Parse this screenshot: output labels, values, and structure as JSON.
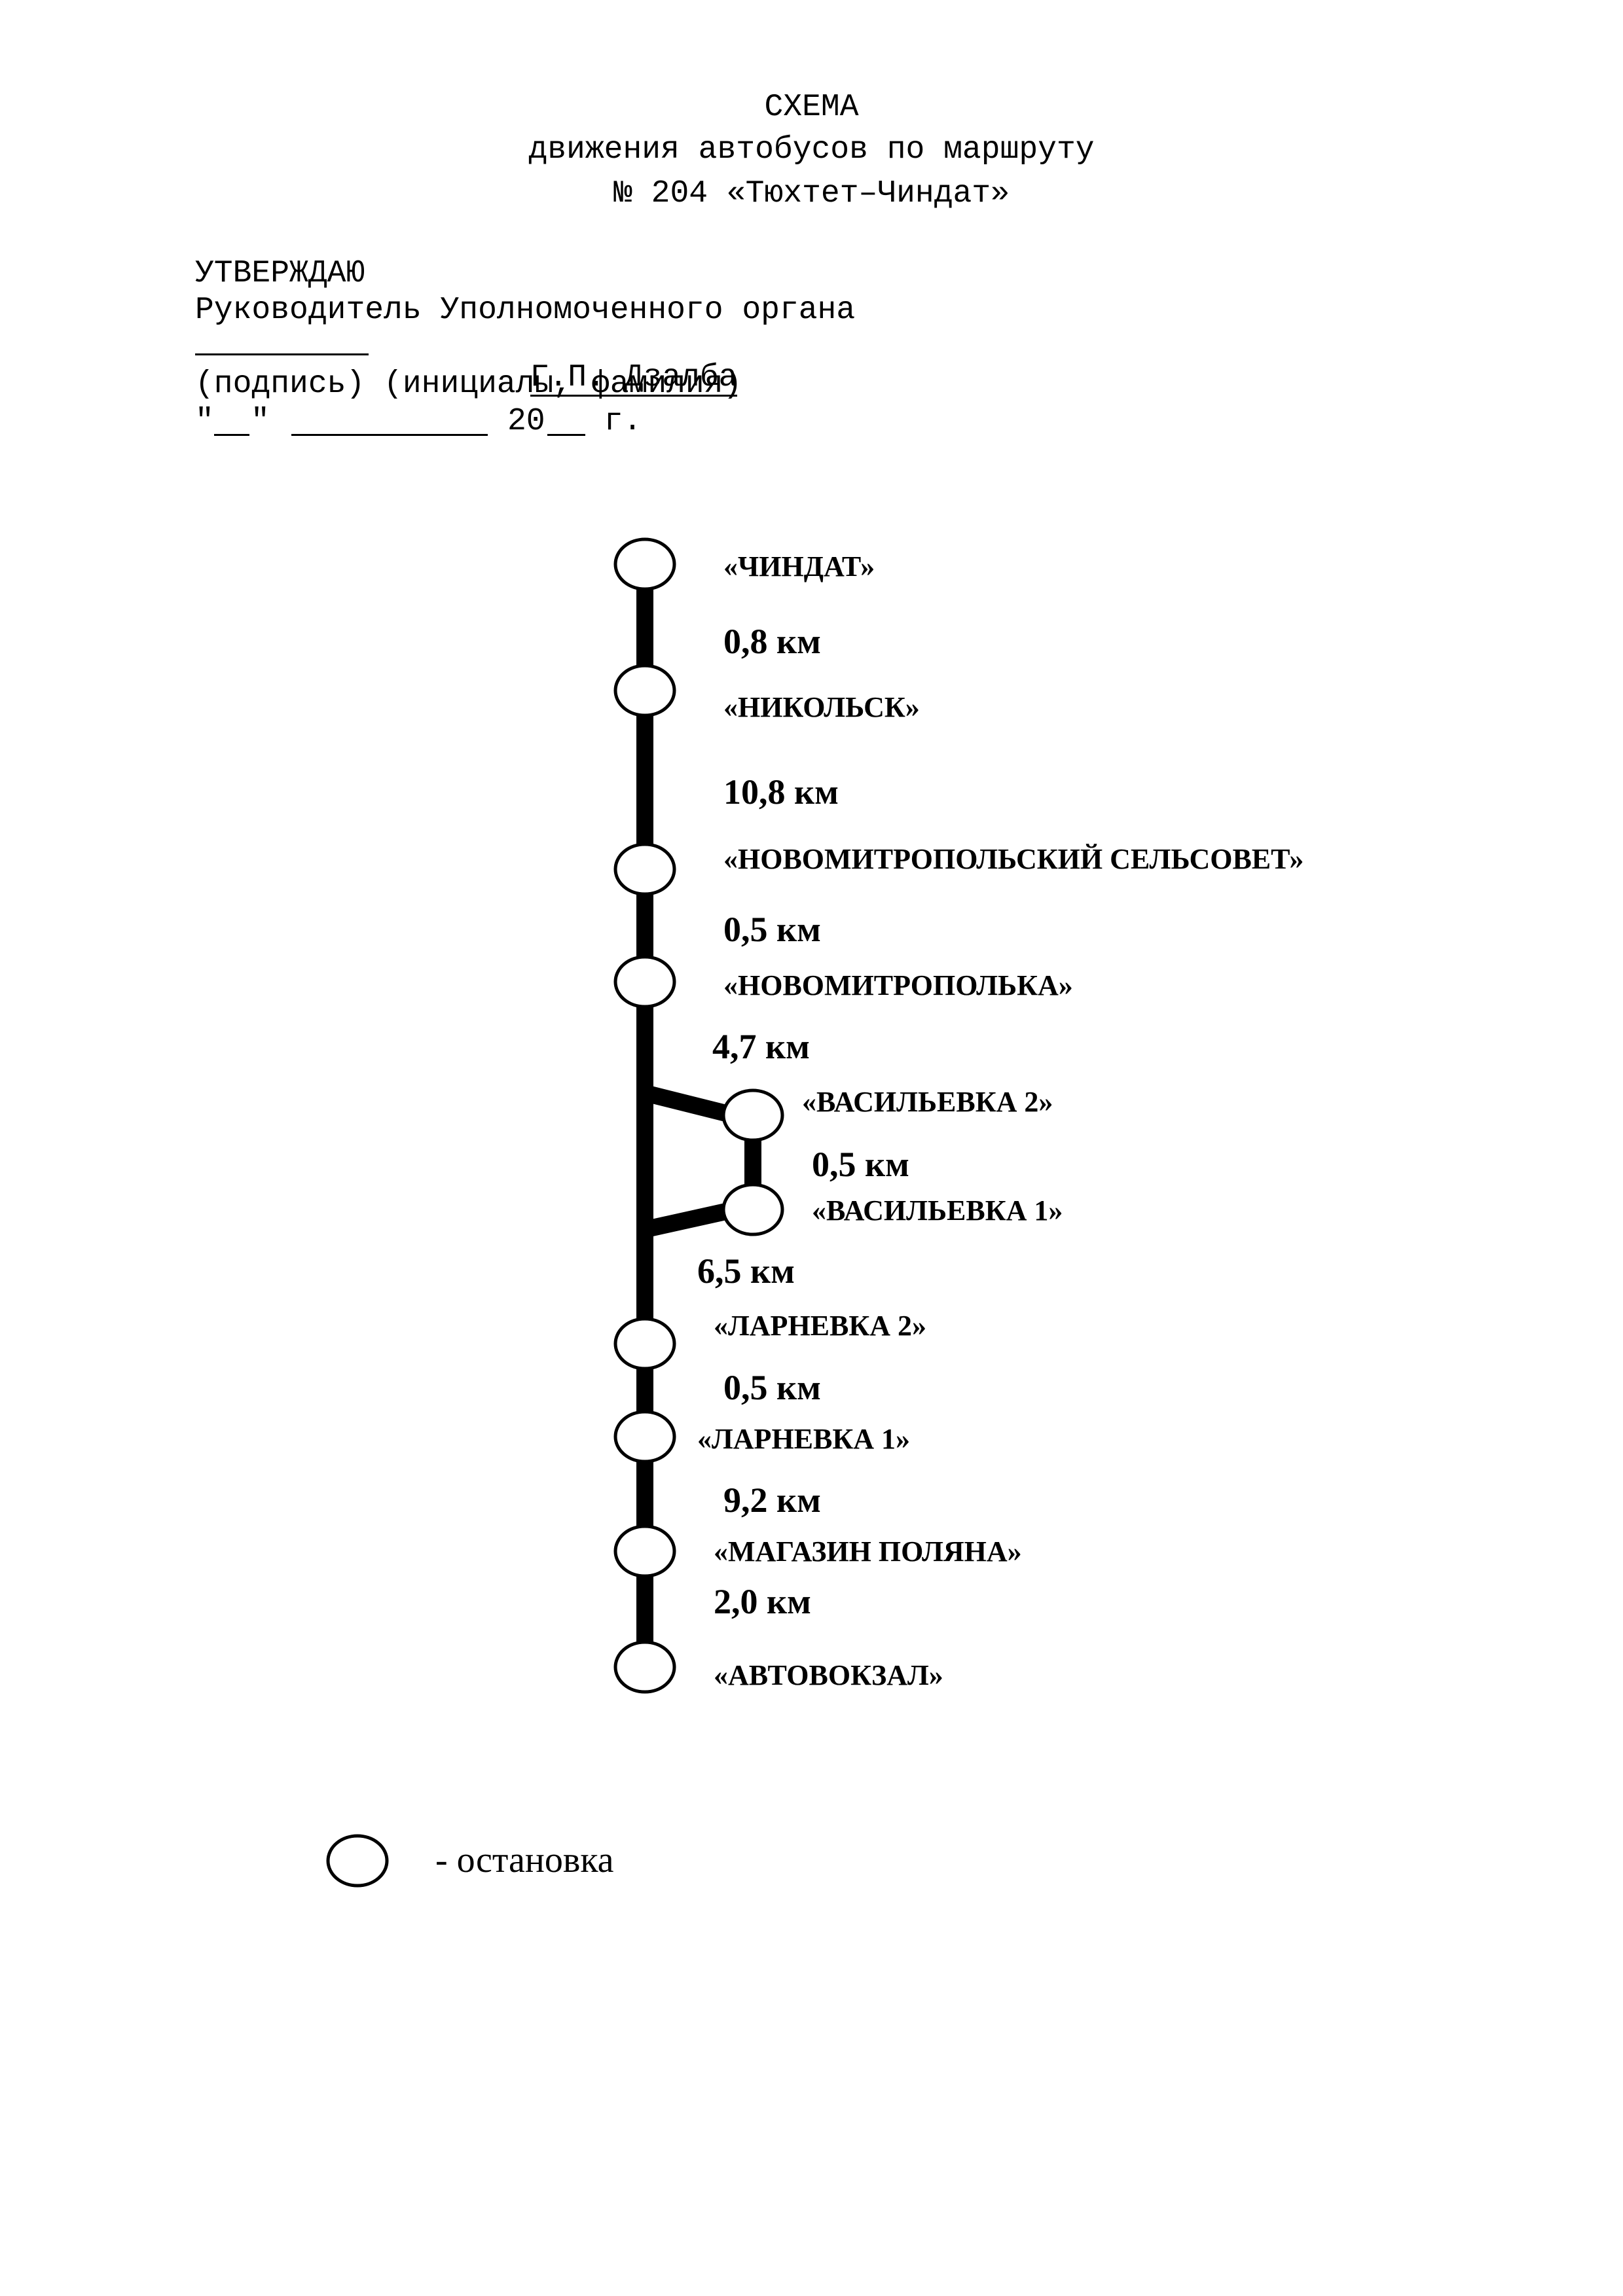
{
  "title": {
    "line1": "СХЕМА",
    "line2": "движения автобусов по маршруту",
    "line3": "№ 204 «Тюхтет–Чиндат»"
  },
  "approval": {
    "heading": "УТВЕРЖДАЮ",
    "position": "Руководитель Уполномоченного органа",
    "signer_name": "Г.П. Дзалба",
    "captions": "(подпись) (инициалы, фамилия)",
    "date_open": "\"",
    "date_close": "\"",
    "year_text": "20",
    "year_suffix": " г."
  },
  "route": {
    "stops": [
      {
        "name": "«ЧИНДАТ»"
      },
      {
        "name": "«НИКОЛЬСК»"
      },
      {
        "name": "«НОВОМИТРОПОЛЬСКИЙ СЕЛЬСОВЕТ»"
      },
      {
        "name": "«НОВОМИТРОПОЛЬКА»"
      },
      {
        "name": "«ВАСИЛЬЕВКА 2»"
      },
      {
        "name": "«ВАСИЛЬЕВКА 1»"
      },
      {
        "name": "«ЛАРНЕВКА 2»"
      },
      {
        "name": "«ЛАРНЕВКА 1»"
      },
      {
        "name": "«МАГАЗИН ПОЛЯНА»"
      },
      {
        "name": "«АВТОВОКЗАЛ»"
      }
    ],
    "segments": [
      {
        "from": "«ЧИНДАТ»",
        "to": "«НИКОЛЬСК»",
        "distance": "0,8 км"
      },
      {
        "from": "«НИКОЛЬСК»",
        "to": "«НОВОМИТРОПОЛЬСКИЙ СЕЛЬСОВЕТ»",
        "distance": "10,8 км"
      },
      {
        "from": "«НОВОМИТРОПОЛЬСКИЙ СЕЛЬСОВЕТ»",
        "to": "«НОВОМИТРОПОЛЬКА»",
        "distance": "0,5 км"
      },
      {
        "from": "«НОВОМИТРОПОЛЬКА»",
        "to": "«ВАСИЛЬЕВКА 2»",
        "distance": "4,7 км"
      },
      {
        "from": "«ВАСИЛЬЕВКА 2»",
        "to": "«ВАСИЛЬЕВКА 1»",
        "distance": "0,5 км"
      },
      {
        "from": "«ВАСИЛЬЕВКА 1»",
        "to": "«ЛАРНЕВКА 2»",
        "distance": "6,5 км"
      },
      {
        "from": "«ЛАРНЕВКА 2»",
        "to": "«ЛАРНЕВКА 1»",
        "distance": "0,5 км"
      },
      {
        "from": "«ЛАРНЕВКА 1»",
        "to": "«МАГАЗИН ПОЛЯНА»",
        "distance": "9,2 км"
      },
      {
        "from": "«МАГАЗИН ПОЛЯНА»",
        "to": "«АВТОВОКЗАЛ»",
        "distance": "2,0 км"
      }
    ]
  },
  "legend": {
    "text": "- остановка"
  },
  "colors": {
    "line": "#000000",
    "stop_fill": "#ffffff",
    "stop_stroke": "#000000"
  }
}
